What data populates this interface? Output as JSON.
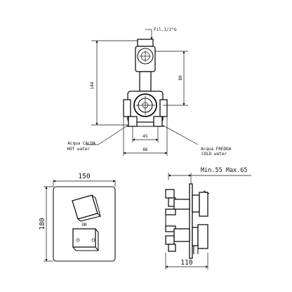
{
  "top_view": {
    "fitting_label": "Fil.1/2\"G",
    "height_total": "144",
    "height_upper": "80",
    "width_inner": "45",
    "width_outer": "86",
    "hot_label_it": "Acqua CALDA",
    "hot_label_en": "HOT water",
    "cold_label_it": "Acqua FREDDA",
    "cold_label_en": "COLD water"
  },
  "front_view": {
    "width": "150",
    "height": "180",
    "on_label": "ON"
  },
  "side_view": {
    "depth_range": "Min.55 Max.65",
    "depth_total": "110"
  }
}
